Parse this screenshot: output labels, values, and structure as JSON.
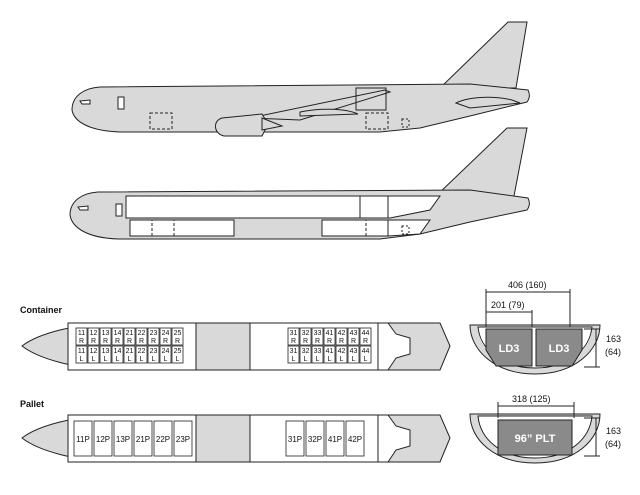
{
  "labels": {
    "container": "Container",
    "pallet": "Pallet"
  },
  "container_dims": {
    "width_total": "406 (160)",
    "width_ld3": "201 (79)",
    "height": "163",
    "height_in": "(64)"
  },
  "pallet_dims": {
    "width": "318 (125)",
    "height": "163",
    "height_in": "(64)"
  },
  "ld3_labels": [
    "LD3",
    "LD3"
  ],
  "pallet_label": "96” PLT",
  "container_fwd": [
    {
      "top": "11 R",
      "bottom": "11 L"
    },
    {
      "top": "12 R",
      "bottom": "12 L"
    },
    {
      "top": "13 R",
      "bottom": "13 L"
    },
    {
      "top": "14 R",
      "bottom": "14 L"
    },
    {
      "top": "21 R",
      "bottom": "21 L"
    },
    {
      "top": "22 R",
      "bottom": "22 L"
    },
    {
      "top": "23 R",
      "bottom": "23 L"
    },
    {
      "top": "24 R",
      "bottom": "24 L"
    },
    {
      "top": "25 R",
      "bottom": "25 L"
    }
  ],
  "container_aft": [
    {
      "top": "31 R",
      "bottom": "31 L"
    },
    {
      "top": "32 R",
      "bottom": "32 L"
    },
    {
      "top": "33 R",
      "bottom": "33 L"
    },
    {
      "top": "41 R",
      "bottom": "41 L"
    },
    {
      "top": "42 R",
      "bottom": "42 L"
    },
    {
      "top": "43 R",
      "bottom": "43 L"
    },
    {
      "top": "44 R",
      "bottom": "44 L"
    }
  ],
  "pallet_fwd": [
    "11P",
    "12P",
    "13P",
    "21P",
    "22P",
    "23P"
  ],
  "pallet_aft": [
    "31P",
    "32P",
    "41P",
    "42P"
  ],
  "colors": {
    "fuselage": "#d9d9d9",
    "outline": "#222222",
    "white": "#ffffff",
    "ld3_fill": "#8a8a8a"
  }
}
